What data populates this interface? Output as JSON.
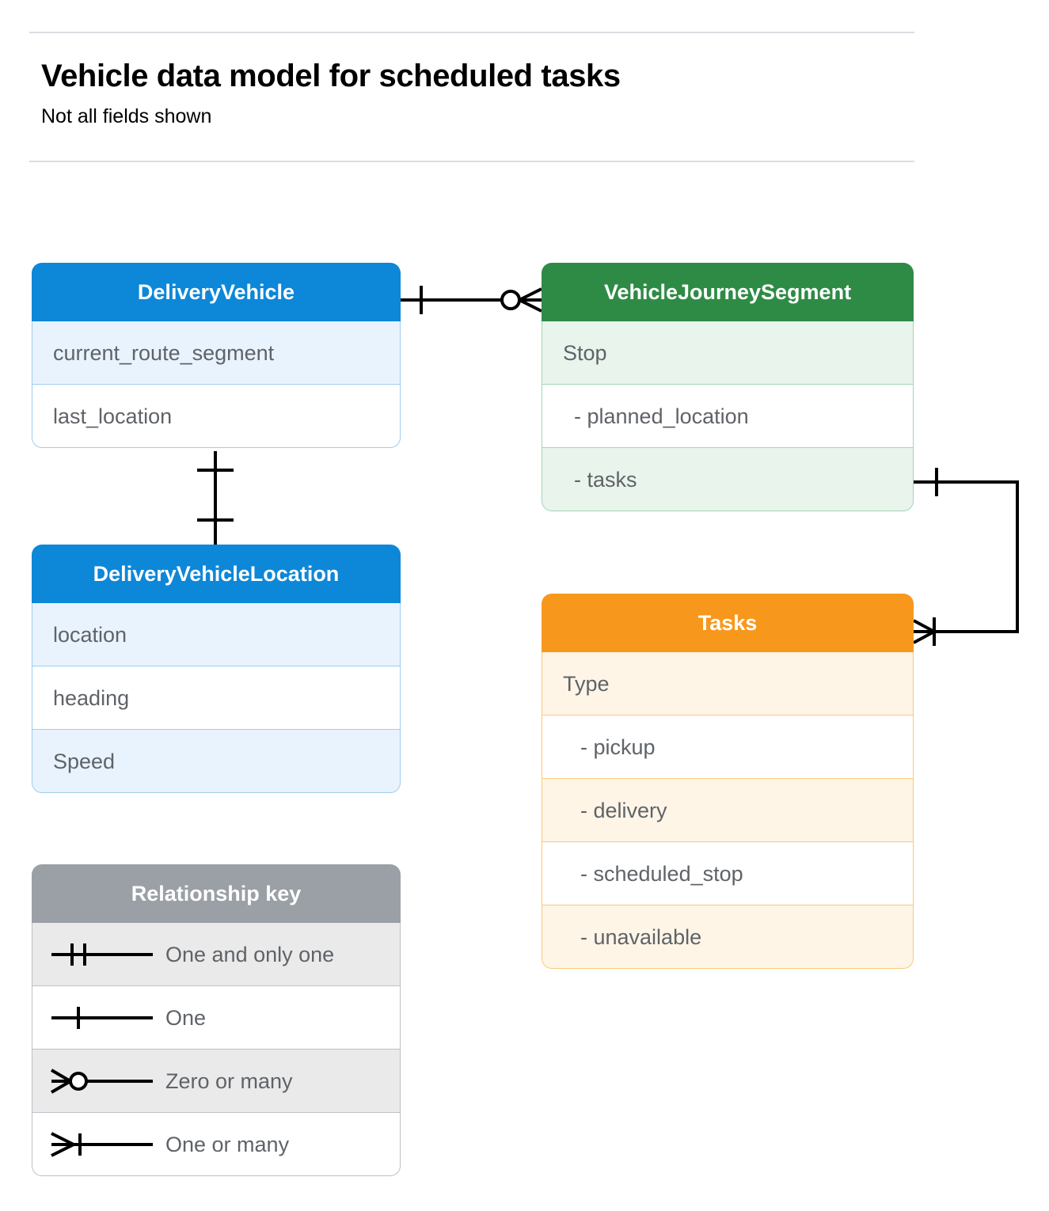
{
  "header": {
    "title": "Vehicle data model for scheduled tasks",
    "subtitle": "Not all fields shown"
  },
  "colors": {
    "blue_header": "#0d87d8",
    "blue_row_alt": "#e8f3fd",
    "blue_border": "#9fcdf0",
    "green_header": "#2e8b45",
    "green_row_alt": "#e9f4ec",
    "green_border": "#a5d5b4",
    "orange_header": "#f7981d",
    "orange_row_alt": "#fef5e7",
    "orange_border": "#fbc87a",
    "grey_header": "#9aa0a6",
    "grey_row_alt": "#eaeaea",
    "grey_border": "#bdc1c6",
    "text": "#5f6368",
    "rule": "#dadce0",
    "connector": "#000000"
  },
  "entities": {
    "delivery_vehicle": {
      "name": "DeliveryVehicle",
      "fields": [
        {
          "label": "current_route_segment"
        },
        {
          "label": "last_location"
        }
      ]
    },
    "delivery_vehicle_location": {
      "name": "DeliveryVehicleLocation",
      "fields": [
        {
          "label": "location"
        },
        {
          "label": "heading"
        },
        {
          "label": "Speed"
        }
      ]
    },
    "vehicle_journey_segment": {
      "name": "VehicleJourneySegment",
      "fields": [
        {
          "label": "Stop"
        },
        {
          "label": "-  planned_location"
        },
        {
          "label": "- tasks"
        }
      ]
    },
    "tasks": {
      "name": "Tasks",
      "fields": [
        {
          "label": "Type"
        },
        {
          "label": "-  pickup"
        },
        {
          "label": "-  delivery"
        },
        {
          "label": "-  scheduled_stop"
        },
        {
          "label": "-  unavailable"
        }
      ]
    }
  },
  "legend": {
    "title": "Relationship key",
    "items": [
      {
        "symbol": "one-and-only-one",
        "label": "One and only one"
      },
      {
        "symbol": "one",
        "label": "One"
      },
      {
        "symbol": "zero-or-many",
        "label": "Zero or many"
      },
      {
        "symbol": "one-or-many",
        "label": "One or many"
      }
    ]
  },
  "relationships": [
    {
      "from": "DeliveryVehicle",
      "to": "VehicleJourneySegment",
      "from_cardinality": "One",
      "to_cardinality": "Zero or many"
    },
    {
      "from": "DeliveryVehicle",
      "to": "DeliveryVehicleLocation",
      "from_cardinality": "One",
      "to_cardinality": "One"
    },
    {
      "from": "VehicleJourneySegment.tasks",
      "to": "Tasks",
      "from_cardinality": "One",
      "to_cardinality": "One or many"
    }
  ]
}
